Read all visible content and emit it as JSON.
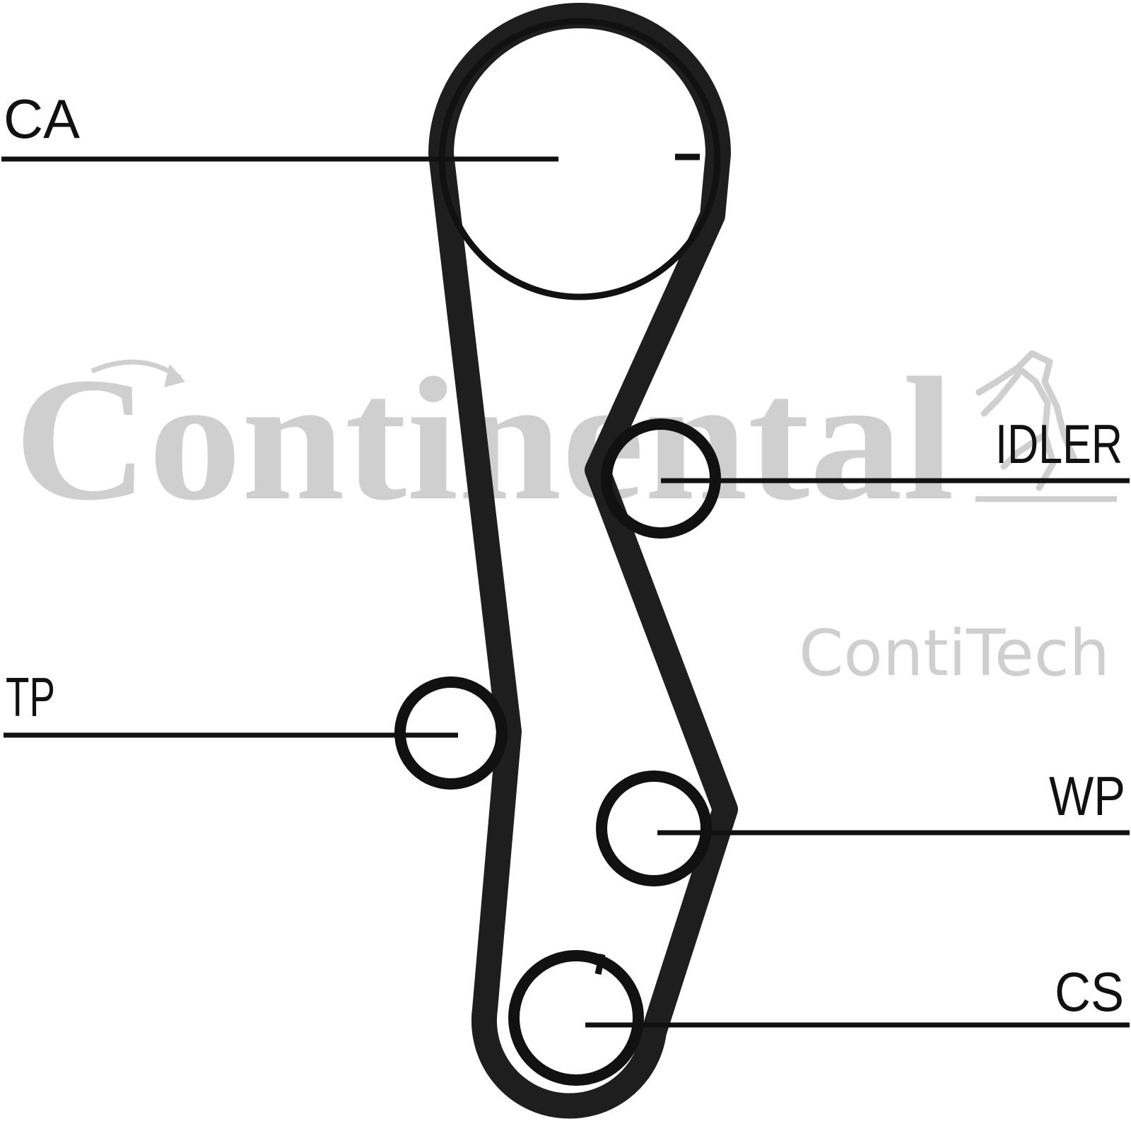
{
  "labels": {
    "camshaft": "CA",
    "idler": "IDLER",
    "tensioner": "TP",
    "water_pump": "WP",
    "crankshaft": "CS"
  },
  "watermark": {
    "brand": "Continental",
    "sub_brand": "ContiTech",
    "logo_icon": "rearing-horse-icon",
    "color": "#cfcfcf"
  },
  "colors": {
    "belt": "#1e1e1e",
    "lines": "#111111"
  }
}
